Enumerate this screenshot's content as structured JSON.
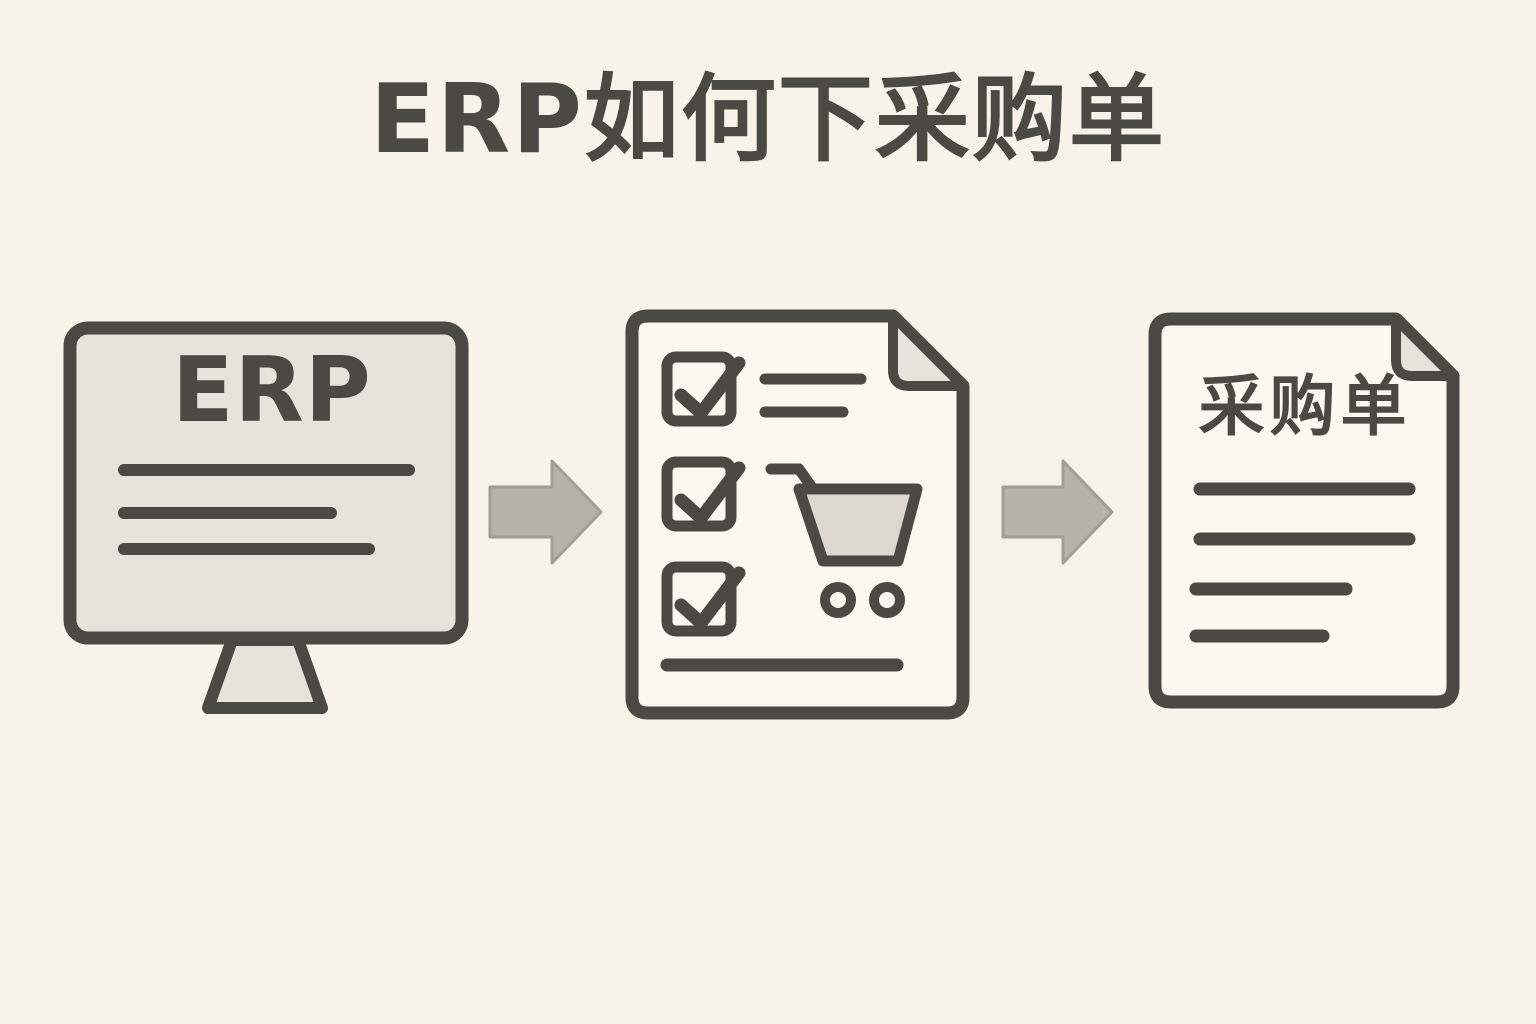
{
  "title": "ERP如何下采购单",
  "monitor": {
    "label": "ERP"
  },
  "purchase_order": {
    "label": "采购单"
  },
  "flow": {
    "step_icons": [
      "erp-monitor-icon",
      "checklist-cart-document-icon",
      "purchase-order-document-icon"
    ],
    "connector_icons": [
      "arrow-right-icon",
      "arrow-right-icon"
    ]
  },
  "colors": {
    "background": "#f7f3e8",
    "outline": "#4a4944",
    "screen_fill": "#e6e3db",
    "doc_fill": "#fbf8ef",
    "fold_fill": "#e6e3db",
    "arrow_fill": "#b6b2a8",
    "arrow_stroke": "#a29e93",
    "cart_fill": "#dcd8cf",
    "text_color": "#4a4944"
  }
}
